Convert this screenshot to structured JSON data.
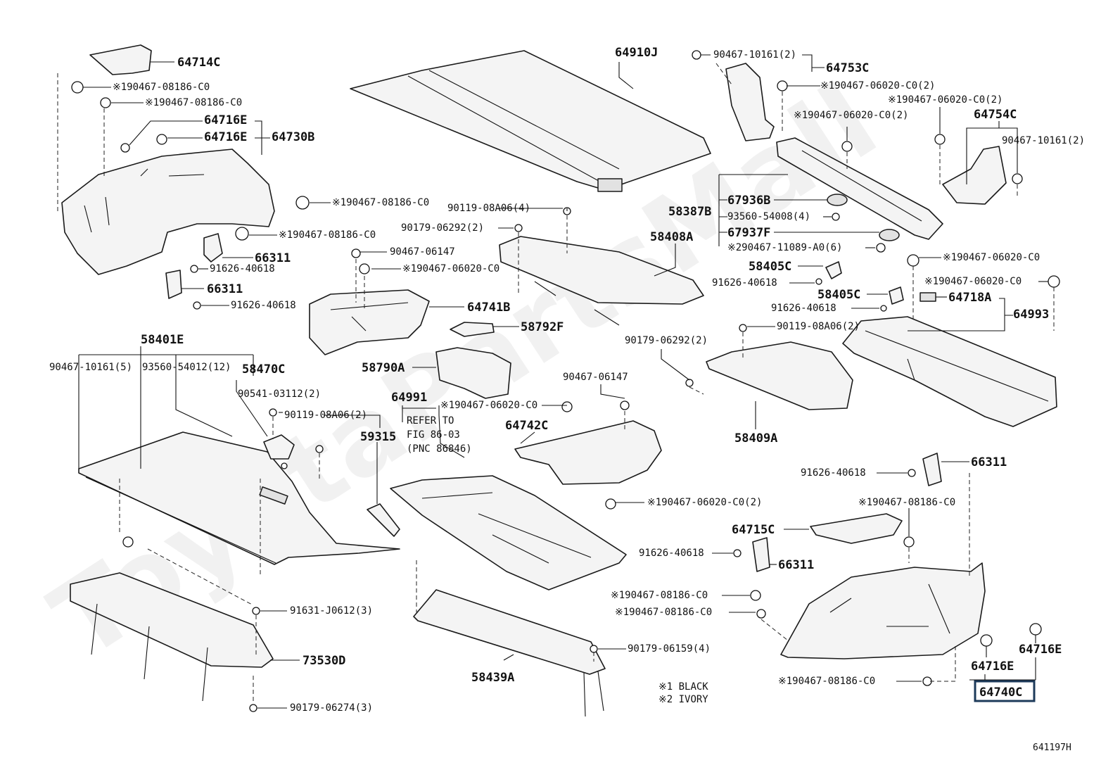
{
  "labels": {
    "p64714C": "64714C",
    "p90467_08186_a": "※190467-08186-C0",
    "p90467_08186_b": "※190467-08186-C0",
    "p64716E_a": "64716E",
    "p64716E_b": "64716E",
    "p64730B": "64730B",
    "p90467_08186_c": "※190467-08186-C0",
    "p90467_08186_d": "※190467-08186-C0",
    "p66311_a": "66311",
    "p91626_40618_a": "91626-40618",
    "p66311_b": "66311",
    "p91626_40618_b": "91626-40618",
    "p64910J": "64910J",
    "p90119_08A06_a": "90119-08A06(4)",
    "p90179_06292_a": "90179-06292(2)",
    "p90467_06147_a": "90467-06147",
    "p90467_06020_a": "※190467-06020-C0",
    "p64741B": "64741B",
    "p58792F": "58792F",
    "p58408A": "58408A",
    "p58790A": "58790A",
    "p58401E": "58401E",
    "p90467_10161_a": "90467-10161(5)",
    "p93560_54012": "93560-54012(12)",
    "p58470C": "58470C",
    "p90541_03112": "90541-03112(2)",
    "p90119_08A06_b": "90119-08A06(2)",
    "p64991": "64991",
    "p90467_06020_b": "※190467-06020-C0",
    "p59315": "59315",
    "refer1": "REFER TO",
    "refer2": "FIG 86-03",
    "refer3": "(PNC 86846)",
    "p90467_06147_b": "90467-06147",
    "p64742C": "64742C",
    "p90467_06020_c": "※190467-06020-C0(2)",
    "p91626_40618_c": "91626-40618",
    "p91631_J0612": "91631-J0612(3)",
    "p73530D": "73530D",
    "p90179_06274": "90179-06274(3)",
    "p58439A": "58439A",
    "p90179_06159": "90179-06159(4)",
    "p90467_10161_b": "90467-10161(2)",
    "p64753C": "64753C",
    "p90467_06020_d": "※190467-06020-C0(2)",
    "p90467_06020_e": "※190467-06020-C0(2)",
    "p90467_06020_f": "※190467-06020-C0(2)",
    "p64754C": "64754C",
    "p90467_10161_c": "90467-10161(2)",
    "p67936B": "67936B",
    "p58387B": "58387B",
    "p93560_54008": "93560-54008(4)",
    "p67937F": "67937F",
    "p90467_11089": "※290467-11089-A0(6)",
    "p58405C_a": "58405C",
    "p91626_40618_d": "91626-40618",
    "p58405C_b": "58405C",
    "p91626_40618_e": "91626-40618",
    "p90467_06020_g": "※190467-06020-C0",
    "p90467_06020_h": "※190467-06020-C0",
    "p64718A": "64718A",
    "p64993": "64993",
    "p90119_08A06_c": "90119-08A06(2)",
    "p90179_06292_b": "90179-06292(2)",
    "p58409A": "58409A",
    "p66311_c": "66311",
    "p91626_40618_f": "91626-40618",
    "p90467_08186_e": "※190467-08186-C0",
    "p64715C": "64715C",
    "p66311_d": "66311",
    "p90467_08186_f": "※190467-08186-C0",
    "p90467_08186_g": "※190467-08186-C0",
    "p64716E_c": "64716E",
    "p64716E_d": "64716E",
    "p64740C": "64740C",
    "p90467_08186_h": "※190467-08186-C0"
  },
  "legend": {
    "line1": "※1 BLACK",
    "line2": "※2 IVORY"
  },
  "figure_id": "641197H",
  "watermark": "ToyotaPartsMall",
  "highlight_color": "#1d3a5a"
}
